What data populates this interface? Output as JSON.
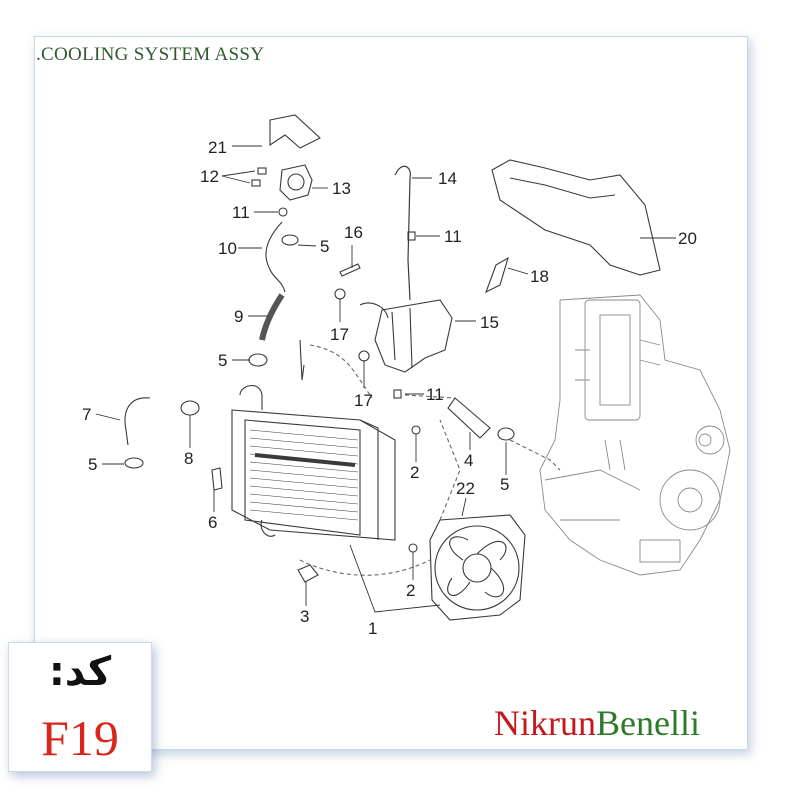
{
  "title": ".COOLING SYSTEM ASSY",
  "code": {
    "label": "کد:",
    "value": "F19"
  },
  "brand": {
    "part1": "Nikrun",
    "part2": "Benelli",
    "color1": "#c4191b",
    "color2": "#2e7a2b"
  },
  "callouts": [
    "21",
    "12",
    "13",
    "11",
    "10",
    "5",
    "16",
    "14",
    "11",
    "20",
    "18",
    "9",
    "17",
    "15",
    "5",
    "17",
    "11",
    "7",
    "8",
    "2",
    "4",
    "5",
    "5",
    "22",
    "6",
    "3",
    "2",
    "1"
  ]
}
